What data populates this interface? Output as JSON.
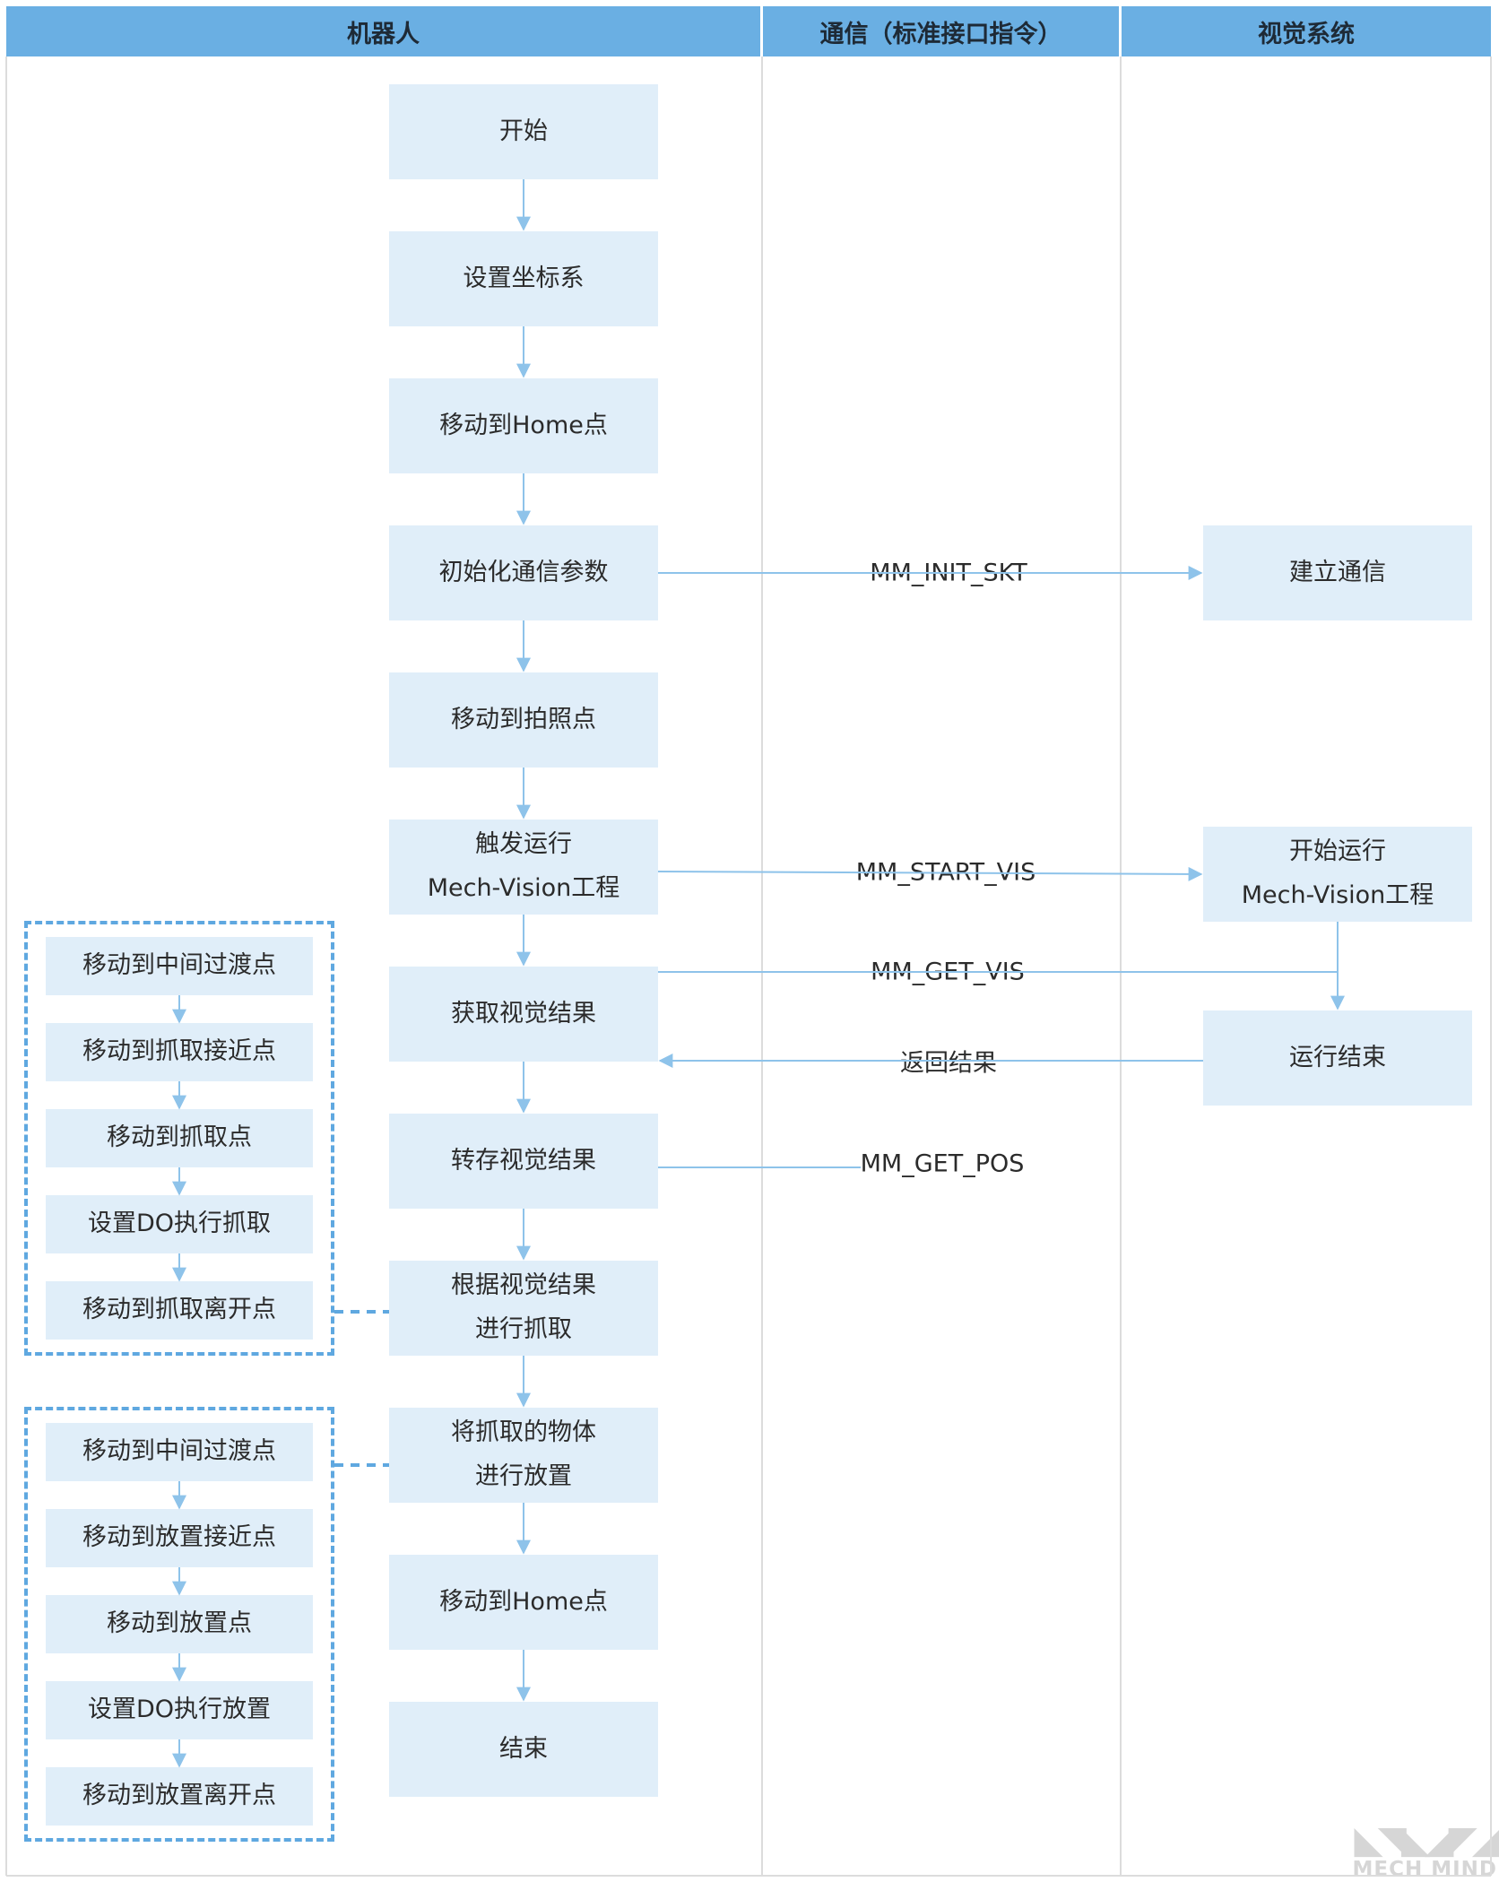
{
  "lanes": {
    "robot": "机器人",
    "comm": "通信（标准接口指令）",
    "vision": "视觉系统"
  },
  "main_flow": [
    {
      "id": "start",
      "lines": [
        "开始"
      ]
    },
    {
      "id": "set_frame",
      "lines": [
        "设置坐标系"
      ]
    },
    {
      "id": "move_home",
      "lines": [
        "移动到Home点"
      ]
    },
    {
      "id": "init_comm",
      "lines": [
        "初始化通信参数"
      ]
    },
    {
      "id": "move_photo",
      "lines": [
        "移动到拍照点"
      ]
    },
    {
      "id": "trigger",
      "lines": [
        "触发运行",
        "Mech-Vision工程"
      ]
    },
    {
      "id": "get_result",
      "lines": [
        "获取视觉结果"
      ]
    },
    {
      "id": "save_result",
      "lines": [
        "转存视觉结果"
      ]
    },
    {
      "id": "pick",
      "lines": [
        "根据视觉结果",
        "进行抓取"
      ]
    },
    {
      "id": "place",
      "lines": [
        "将抓取的物体",
        "进行放置"
      ]
    },
    {
      "id": "move_home2",
      "lines": [
        "移动到Home点"
      ]
    },
    {
      "id": "end",
      "lines": [
        "结束"
      ]
    }
  ],
  "vision_flow": [
    {
      "id": "establish",
      "lines": [
        "建立通信"
      ]
    },
    {
      "id": "start_run",
      "lines": [
        "开始运行",
        "Mech-Vision工程"
      ]
    },
    {
      "id": "run_end",
      "lines": [
        "运行结束"
      ]
    }
  ],
  "messages": [
    {
      "id": "init",
      "label": "MM_INIT_SKT"
    },
    {
      "id": "start_vis",
      "label": "MM_START_VIS"
    },
    {
      "id": "get_vis",
      "label": "MM_GET_VIS"
    },
    {
      "id": "return",
      "label": "返回结果"
    },
    {
      "id": "get_pos",
      "label": "MM_GET_POS"
    }
  ],
  "pick_steps": [
    "移动到中间过渡点",
    "移动到抓取接近点",
    "移动到抓取点",
    "设置DO执行抓取",
    "移动到抓取离开点"
  ],
  "place_steps": [
    "移动到中间过渡点",
    "移动到放置接近点",
    "移动到放置点",
    "设置DO执行放置",
    "移动到放置离开点"
  ],
  "watermark": {
    "mark": "◣◥◣◢◤◢",
    "text": "MECH MIND"
  },
  "colors": {
    "header": "#6aafe3",
    "box": "#e0eef9",
    "connector": "#8ec3ea",
    "dashed": "#5fa8e0",
    "lane_line": "#dcdcdc"
  }
}
